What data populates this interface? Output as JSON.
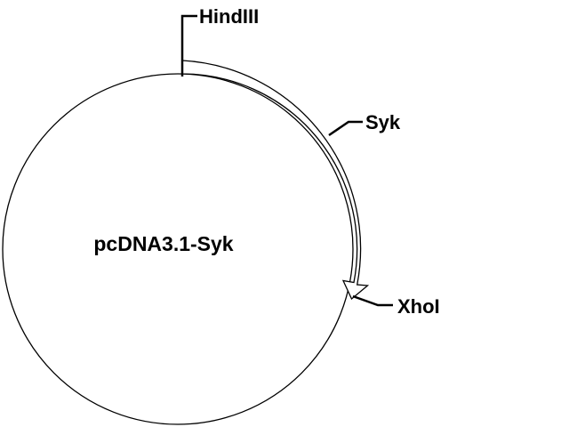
{
  "plasmid": {
    "name": "pcDNA3.1-Syk"
  },
  "features": {
    "hindiii": "HindIII",
    "syk": "Syk",
    "xhoi": "XhoI"
  },
  "colors": {
    "line": "#000000",
    "background": "#ffffff"
  }
}
